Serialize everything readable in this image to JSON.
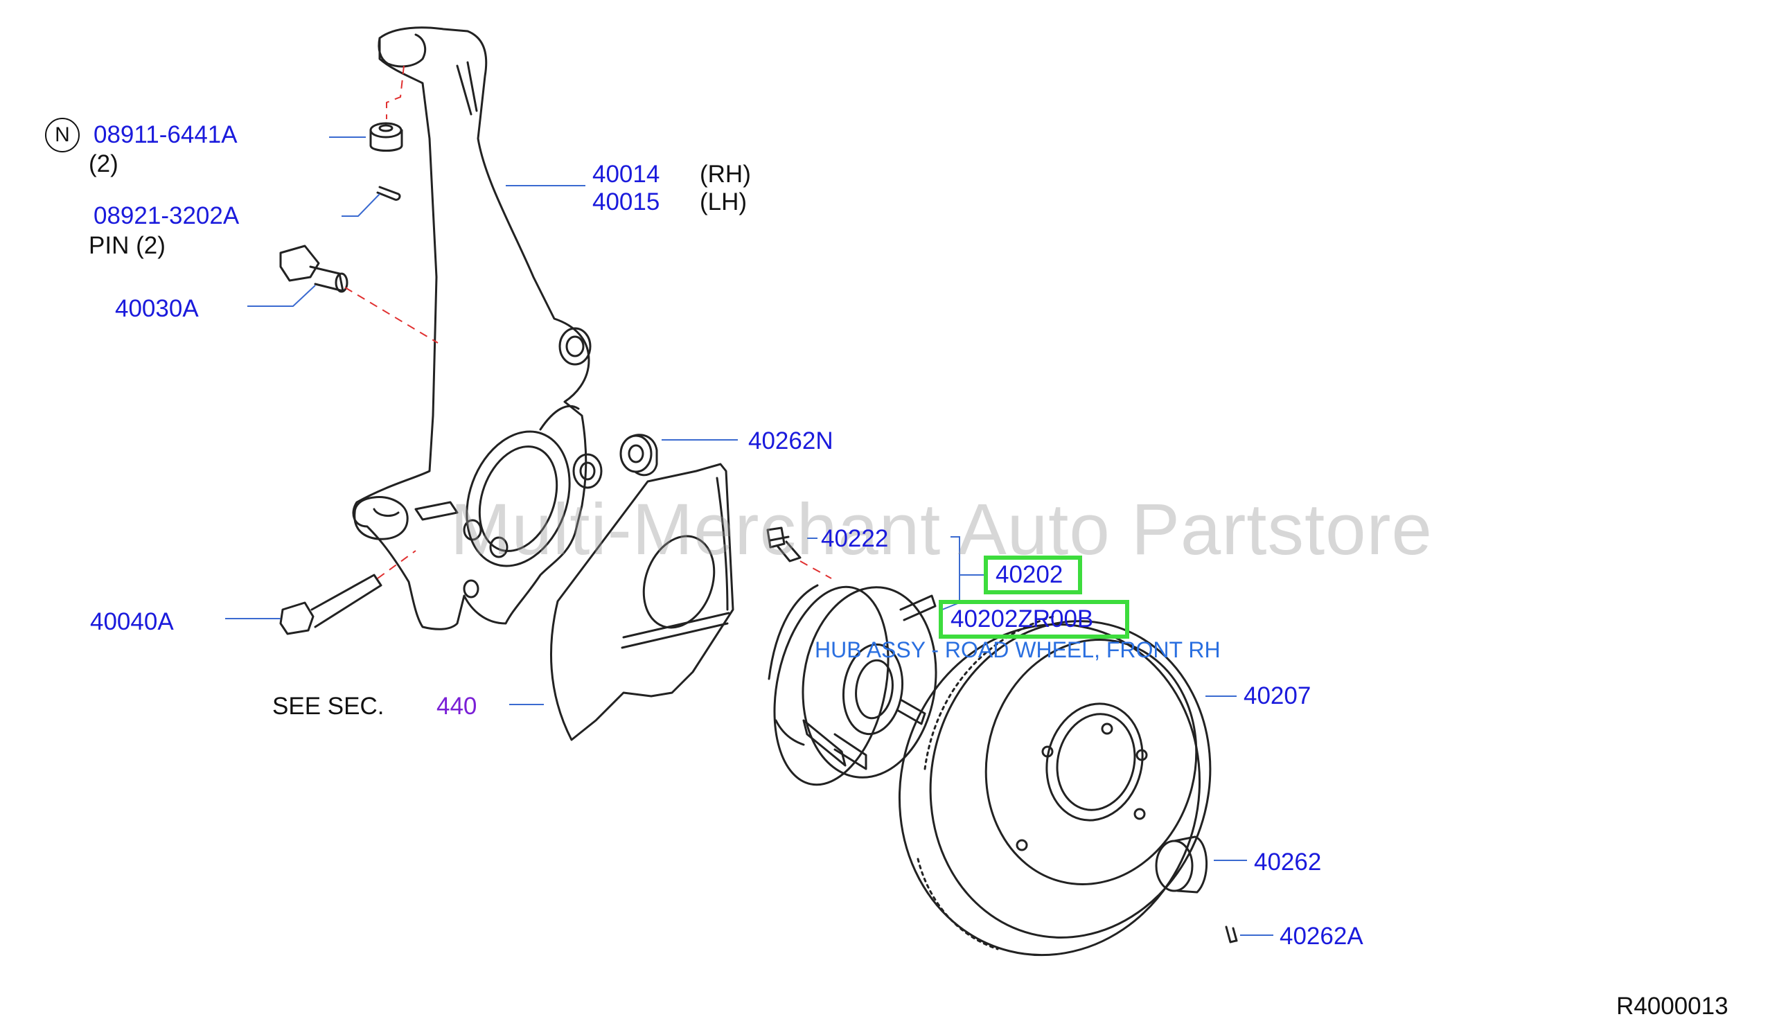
{
  "watermark": "Multi-Merchant Auto Partstore",
  "diagram_ref": "R4000013",
  "labels": {
    "n_symbol": "N",
    "p089116441a": "08911-6441A",
    "p089116441a_qty": "(2)",
    "p089213202a": "08921-3202A",
    "pin_qty": "PIN  (2)",
    "p40030a": "40030A",
    "p40040a": "40040A",
    "p40014": "40014",
    "rh": "(RH)",
    "p40015": "40015",
    "lh": "(LH)",
    "p40262n": "40262N",
    "p40222": "40222",
    "p40202": "40202",
    "p40202zr00b": "40202ZR00B",
    "hub_desc": "HUB ASSY - ROAD WHEEL, FRONT RH",
    "p40207": "40207",
    "p40262": "40262",
    "p40262a": "40262A",
    "see_sec": "SEE  SEC.",
    "sec_440": "440"
  },
  "colors": {
    "part_number": "#1a1adc",
    "section_link": "#7a1fd6",
    "highlight": "#3ddc3d",
    "hub_description": "#2a6fe0",
    "line": "#222222",
    "leader": "#3a6ad0",
    "hidden_line": "#e03030"
  }
}
